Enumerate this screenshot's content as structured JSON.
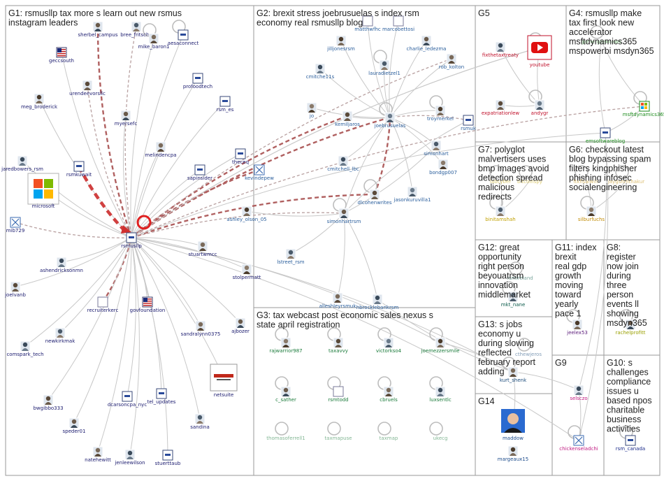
{
  "colors": {
    "g1": "#1a1a6e",
    "g2": "#2a5e9c",
    "g3": "#1a7a3a",
    "g4": "#1a8a1a",
    "g5": "#c0102a",
    "g6": "#c08a00",
    "g7": "#c0a000",
    "g8": "#9aa000",
    "g9": "#c01880",
    "g10": "#1a2a8a",
    "g11": "#5a1a7a",
    "g12": "#0a5a4a",
    "g13": "#1a4a7a",
    "g14": "#1a4a8a",
    "edge_light": "#c8c8c8",
    "edge_heavy": "#b06060"
  },
  "groups": [
    {
      "id": "G1",
      "title": "G1: rsmusllp tax more s learn out new rsmus instagram leaders"
    },
    {
      "id": "G2",
      "title": "G2: brexit stress joebrusuelas s index rsm economy real rsmusllp blog"
    },
    {
      "id": "G3",
      "title": "G3: tax webcast post economic sales nexus s state april registration"
    },
    {
      "id": "G4",
      "title": "G4: rsmusllp make tax first look new accelerator msftdynamics365 mspowerbi msdyn365"
    },
    {
      "id": "G5",
      "title": "G5"
    },
    {
      "id": "G6",
      "title": "G6: checkout latest blog bypassing spam filters kingphisher phishing infosec socialengineering"
    },
    {
      "id": "G7",
      "title": "G7: polyglot malvertisers uses bmp images avoid detection spread malicious redirects"
    },
    {
      "id": "G8",
      "title": "G8: register now join during three person events ll showing msdyn365"
    },
    {
      "id": "G9",
      "title": "G9"
    },
    {
      "id": "G10",
      "title": "G10: s challenges compliance issues u based npos charitable business activities"
    },
    {
      "id": "G11",
      "title": "G11: index brexit real gdp growth moving toward yearly pace 1"
    },
    {
      "id": "G12",
      "title": "G12: great opportunity right person beyouatrsm innovation middlemarket"
    },
    {
      "id": "G13",
      "title": "G13: s jobs economy u during slowing reflected february report adding"
    },
    {
      "id": "G14",
      "title": "G14"
    }
  ],
  "nodes": [
    {
      "id": "sherbel_campus",
      "label": "sherbel_campus",
      "g": "g1",
      "icon": "photo"
    },
    {
      "id": "bree_fritsche",
      "label": "bree_fritsche",
      "g": "g1",
      "icon": "photo"
    },
    {
      "id": "mike_baron1",
      "label": "mike_baron1",
      "g": "g1",
      "icon": "photo"
    },
    {
      "id": "aesaconnect",
      "label": "aesaconnect",
      "g": "g1",
      "icon": "logo"
    },
    {
      "id": "geccsouth",
      "label": "geccsouth",
      "g": "g1",
      "icon": "flag"
    },
    {
      "id": "urendeevorsllc",
      "label": "urendeevorsllc",
      "g": "g1",
      "icon": "photo"
    },
    {
      "id": "profoodtech",
      "label": "profoodtech",
      "g": "g1",
      "icon": "logo"
    },
    {
      "id": "meg_broderick",
      "label": "meg_broderick",
      "g": "g1",
      "icon": "photo"
    },
    {
      "id": "myersefc",
      "label": "myersefc",
      "g": "g1",
      "icon": "photo"
    },
    {
      "id": "rsm_es",
      "label": "rsm_es",
      "g": "g1",
      "icon": "logo"
    },
    {
      "id": "melindencpa",
      "label": "melindencpa",
      "g": "g1",
      "icon": "photo"
    },
    {
      "id": "jaredbowers_rsm",
      "label": "jaredbowers_rsm",
      "g": "g1",
      "icon": "photo"
    },
    {
      "id": "rsmkuwait",
      "label": "rsmkuwait",
      "g": "g1",
      "icon": "logo"
    },
    {
      "id": "theceq",
      "label": "theceq",
      "g": "g1",
      "icon": "logo"
    },
    {
      "id": "sapinsider",
      "label": "sapinsider",
      "g": "g1",
      "icon": "logo"
    },
    {
      "id": "microsoft",
      "label": "microsoft",
      "g": "g1",
      "icon": "microsoft"
    },
    {
      "id": "mib729",
      "label": "mib729",
      "g": "g1",
      "icon": "x"
    },
    {
      "id": "rsmusllp",
      "label": "rsmusllp",
      "g": "g1",
      "icon": "logo"
    },
    {
      "id": "stuartwmcc",
      "label": "stuartwmcc",
      "g": "g1",
      "icon": "photo"
    },
    {
      "id": "ashendricksonmn",
      "label": "ashendricksonmn",
      "g": "g1",
      "icon": "photo"
    },
    {
      "id": "stolpermatt",
      "label": "stolpermatt",
      "g": "g1",
      "icon": "photo"
    },
    {
      "id": "joelvanb",
      "label": "joelvanb",
      "g": "g1",
      "icon": "photo"
    },
    {
      "id": "recruiterkerc",
      "label": "recruiterkerc",
      "g": "g1",
      "icon": "blank"
    },
    {
      "id": "govfoundation",
      "label": "govfoundation",
      "g": "g1",
      "icon": "flag"
    },
    {
      "id": "ajbozer",
      "label": "ajbozer",
      "g": "g1",
      "icon": "photo"
    },
    {
      "id": "newkirkmak",
      "label": "newkirkmak",
      "g": "g1",
      "icon": "photo"
    },
    {
      "id": "sandralynn0375",
      "label": "sandralynn0375",
      "g": "g1",
      "icon": "photo"
    },
    {
      "id": "comspark_tech",
      "label": "comspark_tech",
      "g": "g1",
      "icon": "photo"
    },
    {
      "id": "netsuite",
      "label": "netsuite",
      "g": "g1",
      "icon": "oracle"
    },
    {
      "id": "bwgibbo333",
      "label": "bwgibbo333",
      "g": "g1",
      "icon": "photo"
    },
    {
      "id": "dcarsoncpa_nyc",
      "label": "dcarsoncpa_nyc",
      "g": "g1",
      "icon": "logo"
    },
    {
      "id": "tel_updates",
      "label": "tel_updates",
      "g": "g1",
      "icon": "logo"
    },
    {
      "id": "speder01",
      "label": "speder01",
      "g": "g1",
      "icon": "photo"
    },
    {
      "id": "sandina",
      "label": "sandina",
      "g": "g1",
      "icon": "photo"
    },
    {
      "id": "natehewitt",
      "label": "natehewitt",
      "g": "g1",
      "icon": "photo"
    },
    {
      "id": "jenleewilson",
      "label": "jenleewilson",
      "g": "g1",
      "icon": "photo"
    },
    {
      "id": "stuerttaub",
      "label": "stuerttaub",
      "g": "g1",
      "icon": "logo"
    },
    {
      "id": "matthwfhc",
      "label": "matthwfhc",
      "g": "g2",
      "icon": "blank"
    },
    {
      "id": "marcobettosi",
      "label": "marcobettosi",
      "g": "g2",
      "icon": "blank"
    },
    {
      "id": "jilljonesrsm",
      "label": "jilljonesrsm",
      "g": "g2",
      "icon": "photo"
    },
    {
      "id": "charlie_ledezma",
      "label": "charlie_ledezma",
      "g": "g2",
      "icon": "photo"
    },
    {
      "id": "lauradietzel1",
      "label": "lauradietzel1",
      "g": "g2",
      "icon": "photo"
    },
    {
      "id": "rob_kolton",
      "label": "rob_kolton",
      "g": "g2",
      "icon": "photo"
    },
    {
      "id": "cmitche11s",
      "label": "cmitche11s",
      "g": "g2",
      "icon": "photo"
    },
    {
      "id": "jo",
      "label": "jo",
      "g": "g2",
      "icon": "photo"
    },
    {
      "id": "kemiljaros",
      "label": "kemiljaros",
      "g": "g2",
      "icon": "photo"
    },
    {
      "id": "joebrusuelas",
      "label": "joebrusuelas",
      "g": "g2",
      "icon": "photo"
    },
    {
      "id": "troymerkel",
      "label": "troymerkel",
      "g": "g2",
      "icon": "photo"
    },
    {
      "id": "rsmuk",
      "label": "rsmuk",
      "g": "g2",
      "icon": "logo"
    },
    {
      "id": "simonhart",
      "label": "simonhart",
      "g": "g2",
      "icon": "photo"
    },
    {
      "id": "kevindepew",
      "label": "kevindepew",
      "g": "g2",
      "icon": "x"
    },
    {
      "id": "cmitchell_lbc",
      "label": "cmitchell_lbc",
      "g": "g2",
      "icon": "photo"
    },
    {
      "id": "bondgp007",
      "label": "bondgp007",
      "g": "g2",
      "icon": "photo"
    },
    {
      "id": "dlcohenwrites",
      "label": "dlcohenwrites",
      "g": "g2",
      "icon": "photo"
    },
    {
      "id": "jasonkuruvilla1",
      "label": "jasonkuruvilla1",
      "g": "g2",
      "icon": "photo"
    },
    {
      "id": "ashley_olson_05",
      "label": "ashley_olson_05",
      "g": "g2",
      "icon": "photo"
    },
    {
      "id": "simonhartrsm",
      "label": "simonhartrsm",
      "g": "g2",
      "icon": "photo"
    },
    {
      "id": "lstreet_rsm",
      "label": "lstreet_rsm",
      "g": "g2",
      "icon": "photo"
    },
    {
      "id": "alleshleyrsmuk",
      "label": "alleshleyrsmuk",
      "g": "g2",
      "icon": "photo"
    },
    {
      "id": "hbrocklebankrsm",
      "label": "hbrocklebankrsm",
      "g": "g2",
      "icon": "photo"
    },
    {
      "id": "rajwarrior987",
      "label": "rajwarrior987",
      "g": "g3",
      "icon": "photo"
    },
    {
      "id": "taxavvy",
      "label": "taxavvy",
      "g": "g3",
      "icon": "photo"
    },
    {
      "id": "victorkso4",
      "label": "victorkso4",
      "g": "g3",
      "icon": "photo"
    },
    {
      "id": "joemezzersmile",
      "label": "joemezzersmile",
      "g": "g3",
      "icon": "photo"
    },
    {
      "id": "c_sather",
      "label": "c_sather",
      "g": "g3",
      "icon": "photo"
    },
    {
      "id": "rsmtodd",
      "label": "rsmtodd",
      "g": "g3",
      "icon": "blank"
    },
    {
      "id": "cbruels",
      "label": "cbruels",
      "g": "g3",
      "icon": "photo"
    },
    {
      "id": "luxsentlc",
      "label": "luxsentlc",
      "g": "g3",
      "icon": "photo"
    },
    {
      "id": "thomasoferrell1",
      "label": "thomasoferrell1",
      "g": "g3",
      "icon": "none"
    },
    {
      "id": "taxmapuse",
      "label": "taxmapuse",
      "g": "g3",
      "icon": "none"
    },
    {
      "id": "taxmap",
      "label": "taxmap",
      "g": "g3",
      "icon": "none"
    },
    {
      "id": "ukecg",
      "label": "ukecg",
      "g": "g3",
      "icon": "none"
    },
    {
      "id": "gamergeeknews",
      "label": "gamergeeknews",
      "g": "g4",
      "icon": "none"
    },
    {
      "id": "msftdynamics365",
      "label": "msftdynamics365",
      "g": "g4",
      "icon": "msft"
    },
    {
      "id": "emsoftwareblog",
      "label": "emsoftwareblog",
      "g": "g4",
      "icon": "logo"
    },
    {
      "id": "fixthetaxtreaty",
      "label": "fixthetaxtreaty",
      "g": "g5",
      "icon": "photo"
    },
    {
      "id": "youtube",
      "label": "youtube",
      "g": "g5",
      "icon": "youtube"
    },
    {
      "id": "expatriationlew",
      "label": "expatriationlew",
      "g": "g5",
      "icon": "photo"
    },
    {
      "id": "andygr",
      "label": "andygr",
      "g": "g5",
      "icon": "photo"
    },
    {
      "id": "labcyber",
      "label": "labcyber",
      "g": "g7",
      "icon": "none"
    },
    {
      "id": "bitcoinspy",
      "label": "bitcoinspy",
      "g": "g7",
      "icon": "none"
    },
    {
      "id": "binitamshah",
      "label": "binitamshah",
      "g": "g7",
      "icon": "photo"
    },
    {
      "id": "ftkflsaiwin",
      "label": "ftkflsaiwin",
      "g": "g6",
      "icon": "none"
    },
    {
      "id": "jaygshmthakur",
      "label": "jaygshmthakur",
      "g": "g6",
      "icon": "none"
    },
    {
      "id": "silburfuchs",
      "label": "silburfuchs",
      "g": "g6",
      "icon": "photo"
    },
    {
      "id": "rsmireland",
      "label": "rsmireland",
      "g": "g12",
      "icon": "none"
    },
    {
      "id": "mkt_nane",
      "label": "mkt_nane",
      "g": "g12",
      "icon": "photo"
    },
    {
      "id": "jeelex53",
      "label": "jeelex53",
      "g": "g11",
      "icon": "photo"
    },
    {
      "id": "rachelprofitt",
      "label": "rachelprofitt",
      "g": "g8",
      "icon": "photo"
    },
    {
      "id": "cthewjeros",
      "label": "cthewjeros",
      "g": "g13",
      "icon": "none"
    },
    {
      "id": "kurt_shenk",
      "label": "kurt_shenk",
      "g": "g13",
      "icon": "photo"
    },
    {
      "id": "selsczo",
      "label": "selsczo",
      "g": "g9",
      "icon": "photo"
    },
    {
      "id": "chickenseladchi",
      "label": "chickenseladchi",
      "g": "g9",
      "icon": "x"
    },
    {
      "id": "rsm_canada",
      "label": "rsm_canada",
      "g": "g10",
      "icon": "logo"
    },
    {
      "id": "maddow",
      "label": "maddow",
      "g": "g14",
      "icon": "portrait"
    },
    {
      "id": "margeaux15",
      "label": "margeaux15",
      "g": "g14",
      "icon": "photo"
    }
  ]
}
